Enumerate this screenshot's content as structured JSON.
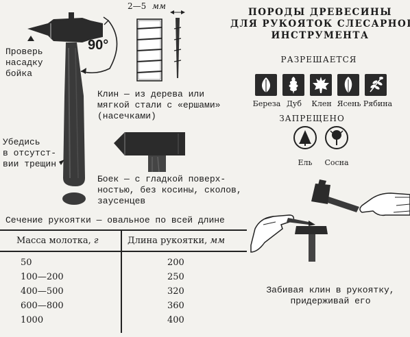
{
  "hammer": {
    "check_label": "Проверь\nнасадку\nбойка",
    "angle": "90°",
    "crack_label": "Убедись\nв отсутст-\nвии трещин"
  },
  "wedge": {
    "dim_label": "2—5",
    "dim_unit": "мм",
    "description": "Клин — из дерева или\nмягкой стали с «ершами»\n(насечками)"
  },
  "head_section": {
    "description": "Боек — с гладкой поверх-\nностью, без косины, сколов,\nзаусенцев"
  },
  "wood_species": {
    "title": "ПОРОДЫ ДРЕВЕСИНЫ\nДЛЯ РУКОЯТОК СЛЕСАРНОГО\nИНСТРУМЕНТА",
    "allowed_label": "РАЗРЕШАЕТСЯ",
    "allowed": [
      {
        "name": "Береза",
        "icon": "birch-leaf-icon"
      },
      {
        "name": "Дуб",
        "icon": "oak-leaf-icon"
      },
      {
        "name": "Клен",
        "icon": "maple-leaf-icon"
      },
      {
        "name": "Ясень",
        "icon": "ash-leaf-icon"
      },
      {
        "name": "Рябина",
        "icon": "rowan-leaf-icon"
      }
    ],
    "forbidden_label": "ЗАПРЕЩЕНО",
    "forbidden": [
      {
        "name": "Ель",
        "icon": "spruce-tree-icon"
      },
      {
        "name": "Сосна",
        "icon": "pine-tree-icon"
      }
    ]
  },
  "table": {
    "section_title": "Сечение рукоятки — овальное по всей длине",
    "col1_header": "Масса молотка,",
    "col1_unit": "г",
    "col2_header": "Длина рукоятки,",
    "col2_unit": "мм",
    "rows": [
      {
        "mass": "50",
        "length": "200"
      },
      {
        "mass": "100—200",
        "length": "250"
      },
      {
        "mass": "400—500",
        "length": "320"
      },
      {
        "mass": "600—800",
        "length": "360"
      },
      {
        "mass": "1000",
        "length": "400"
      }
    ]
  },
  "tip": {
    "text": "Забивая клин в рукоятку,\nпридерживай его"
  }
}
